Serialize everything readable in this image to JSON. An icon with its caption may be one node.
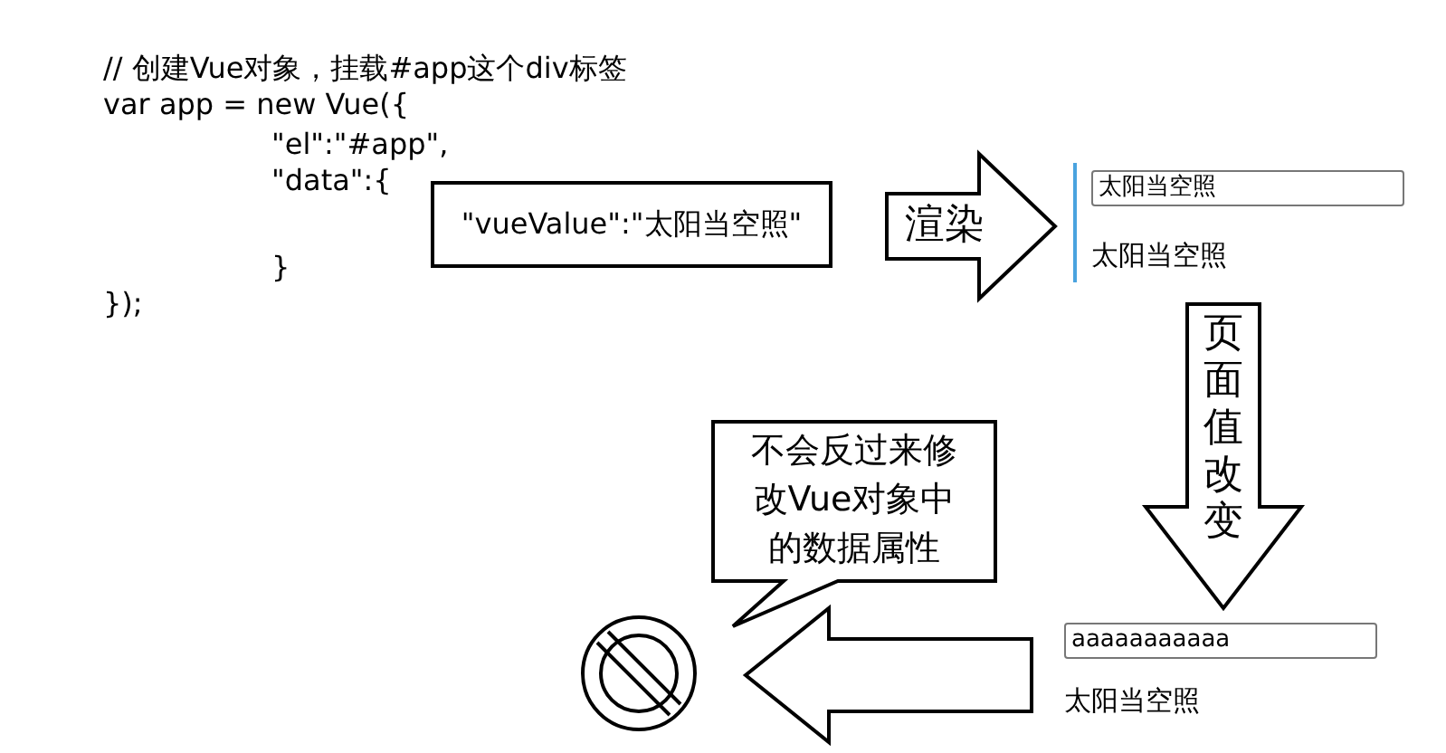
{
  "diagram": {
    "nodes": [
      {
        "text": [
          "\"vueValue\":\"太阳当空照\""
        ]
      },
      {
        "text": [
          "太阳当空照",
          "太阳当空照"
        ]
      },
      {
        "text": [
          "aaaaaaaaaaa",
          "太阳当空照"
        ]
      },
      {
        "text": [
          "不会反过来修改Vue对象中的数据属性"
        ]
      },
      {
        "text": [],
        "shape": "circle"
      }
    ],
    "edges": [
      {
        "from": 0,
        "to": 1,
        "arrow": "to",
        "label": "渲染"
      },
      {
        "from": 1,
        "to": 2,
        "arrow": "to",
        "label": "页面值改变"
      },
      {
        "from": 2,
        "to": 4,
        "arrow": "to"
      }
    ],
    "labels": [
      "// 创建Vue对象，挂载#app这个div标签",
      "var app = new Vue({",
      "\"el\":\"#app\",",
      "\"data\":{",
      "}",
      "});"
    ]
  }
}
